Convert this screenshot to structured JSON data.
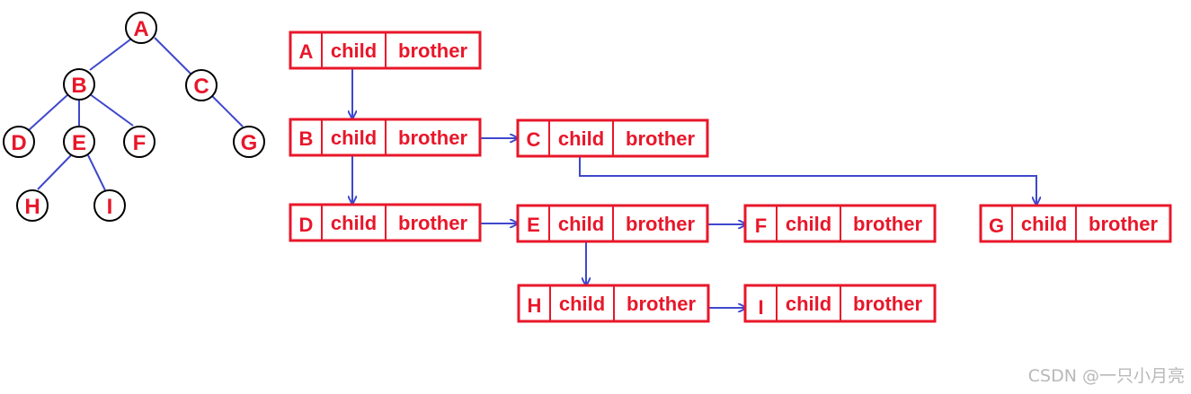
{
  "colors": {
    "box": "#e8172a",
    "arrow": "#3f48cc",
    "edge": "#3f48cc",
    "node_stroke": "#000000",
    "watermark": "#b8b8b8"
  },
  "tree": {
    "nodes": [
      {
        "id": "A",
        "label": "A"
      },
      {
        "id": "B",
        "label": "B"
      },
      {
        "id": "C",
        "label": "C"
      },
      {
        "id": "D",
        "label": "D"
      },
      {
        "id": "E",
        "label": "E"
      },
      {
        "id": "F",
        "label": "F"
      },
      {
        "id": "G",
        "label": "G"
      },
      {
        "id": "H",
        "label": "H"
      },
      {
        "id": "I",
        "label": "I"
      }
    ],
    "edges": [
      [
        "A",
        "B"
      ],
      [
        "A",
        "C"
      ],
      [
        "B",
        "D"
      ],
      [
        "B",
        "E"
      ],
      [
        "B",
        "F"
      ],
      [
        "C",
        "G"
      ],
      [
        "E",
        "H"
      ],
      [
        "E",
        "I"
      ]
    ]
  },
  "list": {
    "field_child": "child",
    "field_brother": "brother",
    "nodes": [
      {
        "id": "A",
        "label": "A"
      },
      {
        "id": "B",
        "label": "B"
      },
      {
        "id": "C",
        "label": "C"
      },
      {
        "id": "D",
        "label": "D"
      },
      {
        "id": "E",
        "label": "E"
      },
      {
        "id": "F",
        "label": "F"
      },
      {
        "id": "G",
        "label": "G"
      },
      {
        "id": "H",
        "label": "H"
      },
      {
        "id": "I",
        "label": "I"
      }
    ],
    "child_links": [
      [
        "A",
        "B"
      ],
      [
        "B",
        "D"
      ],
      [
        "C",
        "G"
      ],
      [
        "E",
        "H"
      ]
    ],
    "brother_links": [
      [
        "B",
        "C"
      ],
      [
        "D",
        "E"
      ],
      [
        "E",
        "F"
      ],
      [
        "H",
        "I"
      ]
    ]
  },
  "watermark": "CSDN @一只小月亮"
}
